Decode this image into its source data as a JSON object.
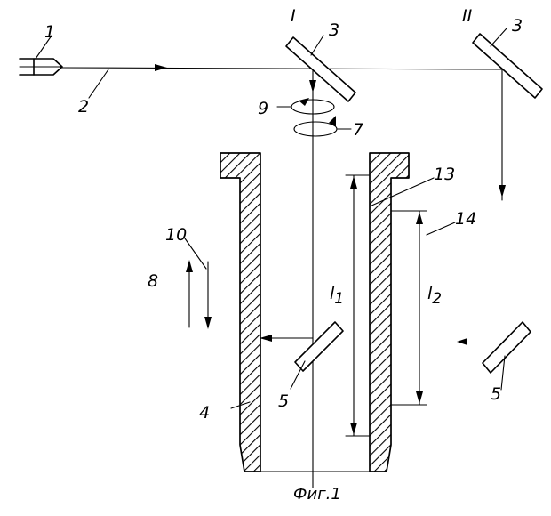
{
  "labels": {
    "source": "1",
    "beam": "2",
    "mirror_1_tag": "3",
    "mirror_2_tag": "3",
    "position_1": "I",
    "position_2": "II",
    "sleeve": "4",
    "mirror_inner": "5",
    "mirror_outer": "5",
    "rotation_7": "7",
    "motion_8": "8",
    "rotation_9": "9",
    "motion_10": "10",
    "dim_13": "13",
    "dim_14": "14",
    "length_1": "l",
    "length_1_sub": "1",
    "length_2": "l",
    "length_2_sub": "2"
  },
  "caption": "Фиг.1"
}
